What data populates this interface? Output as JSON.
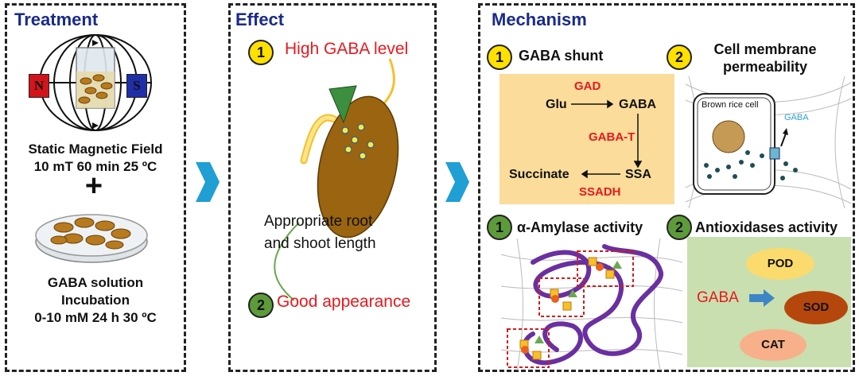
{
  "treatment": {
    "title": "Treatment",
    "magnet_n": "N",
    "magnet_s": "S",
    "smf_line1": "Static Magnetic Field",
    "smf_line2": "10 mT 60 min  25 ºC",
    "plus": "+",
    "gaba_line1": "GABA solution",
    "gaba_line2": "Incubation",
    "gaba_line3": "0-10 mM 24 h 30 ºC"
  },
  "effect": {
    "title": "Effect",
    "item1_num": "1",
    "item1_text": "High GABA level",
    "root_line1": "Appropriate root",
    "root_line2": "and shoot length",
    "item2_num": "2",
    "item2_text": "Good appearance"
  },
  "mechanism": {
    "title": "Mechanism",
    "shunt": {
      "num": "1",
      "title": "GABA shunt",
      "glu": "Glu",
      "gad": "GAD",
      "gaba": "GABA",
      "gaba_t": "GABA-T",
      "ssa": "SSA",
      "succinate": "Succinate",
      "ssadh": "SSADH"
    },
    "membrane": {
      "num": "2",
      "title_line1": "Cell membrane",
      "title_line2": "permeability",
      "cell_label": "Brown rice cell",
      "gaba": "GABA"
    },
    "amylase": {
      "num": "1",
      "title": "α-Amylase activity"
    },
    "antiox": {
      "num": "2",
      "title": "Antioxidases activity",
      "gaba": "GABA",
      "pod": "POD",
      "sod": "SOD",
      "cat": "CAT"
    }
  },
  "colors": {
    "title_blue": "#1a2a8a",
    "red": "#e8181d",
    "yellow_badge": "#ffe000",
    "green_badge": "#5d9b3a",
    "chevron": "#1f9fd4",
    "shunt_bg": "#fbdc9a",
    "antiox_bg": "#c9dfb0"
  }
}
